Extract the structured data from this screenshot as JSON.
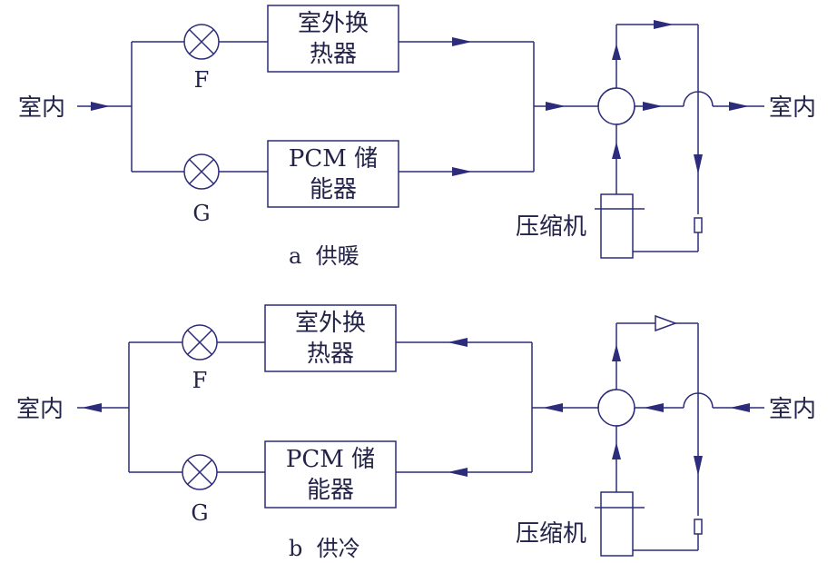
{
  "colors": {
    "line": "#2c2c7a",
    "text": "#23234a",
    "background": "#ffffff"
  },
  "panel_a": {
    "caption": "a  供暖",
    "indoor_in": "室内",
    "indoor_out": "室内",
    "valve_top": "F",
    "valve_bottom": "G",
    "heat_exchanger_line1": "室外换",
    "heat_exchanger_line2": "热器",
    "pcm_line1": "PCM 储",
    "pcm_line2": "能器",
    "compressor": "压缩机"
  },
  "panel_b": {
    "caption": "b  供冷",
    "indoor_out": "室内",
    "indoor_in": "室内",
    "valve_top": "F",
    "valve_bottom": "G",
    "heat_exchanger_line1": "室外换",
    "heat_exchanger_line2": "热器",
    "pcm_line1": "PCM 储",
    "pcm_line2": "能器",
    "compressor": "压缩机"
  }
}
